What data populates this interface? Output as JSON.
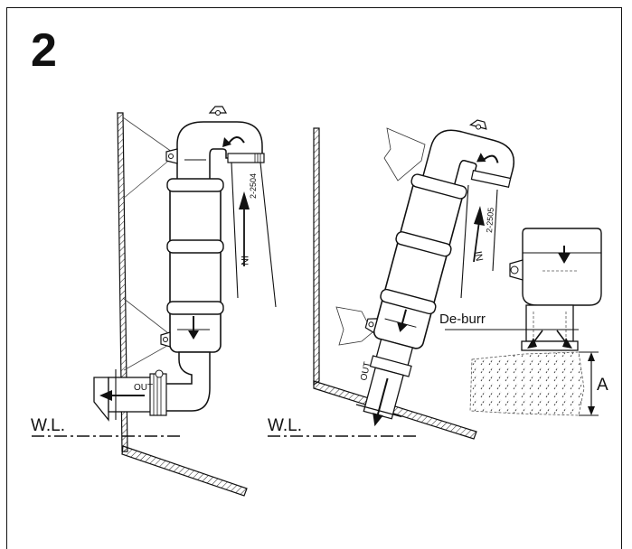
{
  "figure": {
    "step_number": "2",
    "left_view": {
      "in_label": "IN",
      "out_label": "OUT",
      "part_code": "2-2504",
      "waterline_label": "W.L."
    },
    "right_view": {
      "in_label": "IN",
      "out_label": "OUT",
      "part_code": "2-2505",
      "waterline_label": "W.L."
    },
    "detail": {
      "deburr_label": "De-burr",
      "dimension_label": "A"
    }
  }
}
